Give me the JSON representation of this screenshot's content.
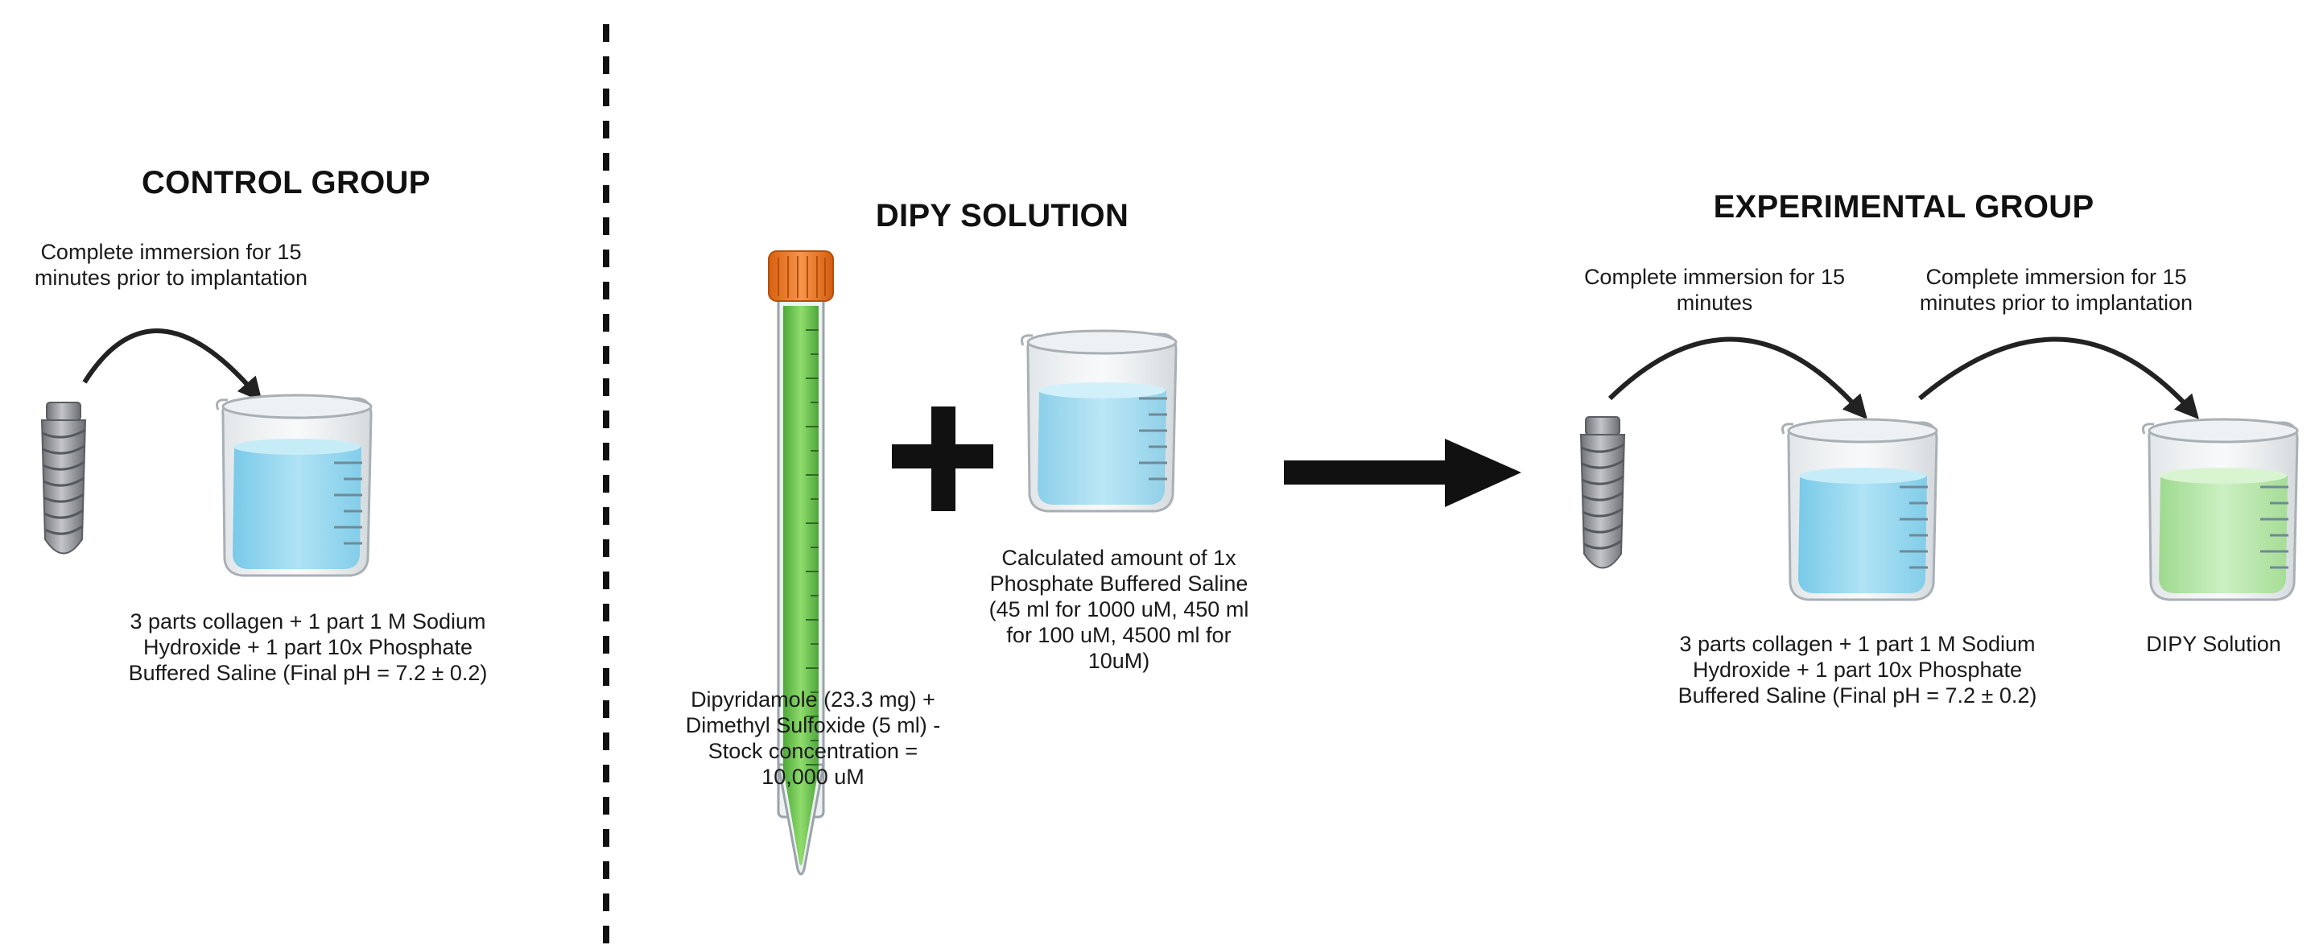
{
  "control": {
    "title": "CONTROL GROUP",
    "immersion_label": "Complete immersion for 15\nminutes prior to implantation",
    "beaker_label": "3 parts collagen + 1 part 1 M Sodium\nHydroxide + 1 part 10x Phosphate\nBuffered Saline (Final pH = 7.2 ± 0.2)"
  },
  "dipy": {
    "title": "DIPY SOLUTION",
    "tube_label": "Dipyridamole (23.3 mg) +\nDimethyl Sulfoxide (5 ml) -\nStock concentration =\n10,000 uM",
    "beaker_label": "Calculated amount of 1x\nPhosphate Buffered Saline\n(45 ml for 1000 uM, 450 ml\nfor 100 uM, 4500 ml for\n10uM)"
  },
  "experimental": {
    "title": "EXPERIMENTAL GROUP",
    "immersion_label_1": "Complete immersion for 15\nminutes",
    "immersion_label_2": "Complete immersion for 15\nminutes prior to implantation",
    "beaker_label": "3 parts collagen + 1 part 1 M Sodium\nHydroxide + 1 part 10x Phosphate\nBuffered Saline (Final pH = 7.2 ± 0.2)",
    "dipy_beaker_label": "DIPY Solution"
  },
  "colors": {
    "blue_liquid": "#8fd3ec",
    "green_liquid": "#a9e29a",
    "tube_green": "#6cc24a",
    "cap_orange": "#f07a22",
    "implant_gray": "#8e9094"
  }
}
